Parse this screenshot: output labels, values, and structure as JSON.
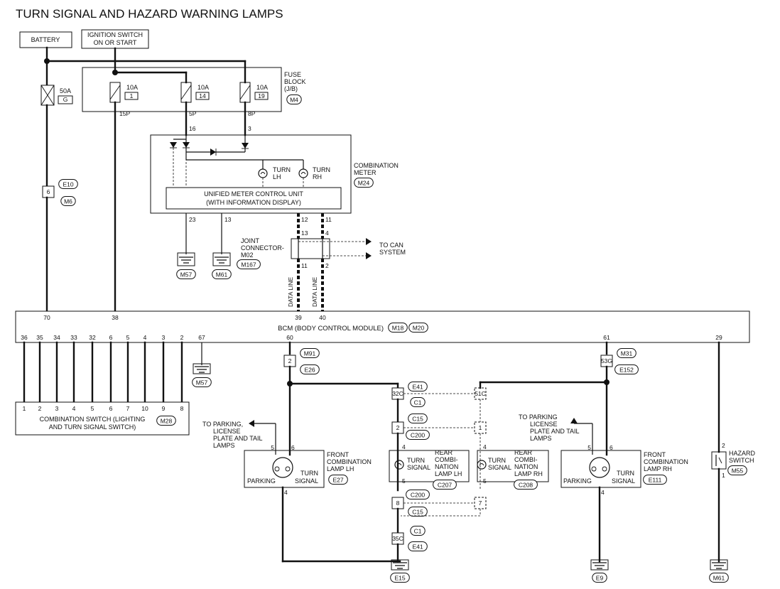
{
  "title": "TURN SIGNAL AND HAZARD WARNING LAMPS",
  "labels": {
    "battery": "BATTERY",
    "ign1": "IGNITION SWITCH",
    "ign2": "ON OR START",
    "fuse50a": "50A",
    "fuse50a_no": "G",
    "fuse1_amp": "10A",
    "fuse1_no": "1",
    "fuse2_amp": "10A",
    "fuse2_no": "14",
    "fuse3_amp": "10A",
    "fuse3_no": "19",
    "fb1": "FUSE",
    "fb2": "BLOCK",
    "fb3": "(J/B)",
    "m4": "M4",
    "p15p": "15P",
    "p5p": "5P",
    "p8p": "8P",
    "p16": "16",
    "p3": "3",
    "cm1": "COMBINATION",
    "cm2": "METER",
    "m24": "M24",
    "turn1": "TURN",
    "lh": "LH",
    "turn2": "TURN",
    "rh": "RH",
    "umcu1": "UNIFIED METER CONTROL UNIT",
    "umcu2": "(WITH INFORMATION DISPLAY)",
    "p23": "23",
    "p13a": "13",
    "p12": "12",
    "p11a": "11",
    "m57a": "M57",
    "m61a": "M61",
    "e10": "E10",
    "m6": "M6",
    "p6": "6",
    "jc1": "JOINT",
    "jc2": "CONNECTOR-",
    "jc3": "M02",
    "m167": "M167",
    "p13b": "13",
    "p4a": "4",
    "p11b": "11",
    "p2a": "2",
    "can1": "TO CAN",
    "can2": "SYSTEM",
    "dl1": "DATA LINE",
    "dl2": "DATA LINE",
    "p70": "70",
    "p38": "38",
    "p39": "39",
    "p40": "40",
    "p60": "60",
    "p61": "61",
    "p29": "29",
    "bcm": "BCM (BODY CONTROL MODULE)",
    "m18": "M18",
    "m20": "M20",
    "bcm_pins": [
      "36",
      "35",
      "34",
      "33",
      "32",
      "6",
      "5",
      "4",
      "3",
      "2",
      "67"
    ],
    "sw_pins": [
      "1",
      "2",
      "3",
      "4",
      "5",
      "6",
      "7",
      "10",
      "9",
      "8"
    ],
    "m57b": "M57",
    "cs1": "COMBINATION SWITCH (LIGHTING",
    "cs2": "AND TURN SIGNAL SWITCH)",
    "m28": "M28",
    "m91": "M91",
    "p2b": "2",
    "e26": "E26",
    "m31": "M31",
    "p53g": "53G",
    "e152": "E152",
    "e41a": "E41",
    "p32c": "32C",
    "p51c": "51C",
    "c1a": "C1",
    "c15a": "C15",
    "p2c": "2",
    "p1": "1",
    "c200a": "C200",
    "tpl1": "TO PARKING,",
    "tpl2": "LICENSE",
    "tpl3": "PLATE AND TAIL",
    "tpl4": "LAMPS",
    "p5a": "5",
    "p6a": "6",
    "fclh1": "FRONT",
    "fclh2": "COMBINATION",
    "fclh3": "LAMP LH",
    "parking1": "PARKING",
    "turn3": "TURN",
    "signal1": "SIGNAL",
    "e27": "E27",
    "p4b": "4",
    "p4c": "4",
    "p4d": "4",
    "turn4": "TURN",
    "signal2": "SIGNAL",
    "rclh1": "REAR",
    "rclh2": "COMBI-",
    "rclh3": "NATION",
    "rclh4": "LAMP LH",
    "c207": "C207",
    "turn5": "TURN",
    "signal3": "SIGNAL",
    "rcrh1": "REAR",
    "rcrh2": "COMBI-",
    "rcrh3": "NATION",
    "rcrh4": "LAMP RH",
    "c208": "C208",
    "p5b": "5",
    "p5c": "5",
    "c200b": "C200",
    "p8": "8",
    "p7": "7",
    "c15b": "C15",
    "c1b": "C1",
    "p35c": "35C",
    "e41b": "E41",
    "e15": "E15",
    "tpr1": "TO PARKING",
    "tpr2": "LICENSE",
    "tpr3": "PLATE AND TAIL",
    "tpr4": "LAMPS",
    "p5d": "5",
    "p6b": "6",
    "fcrh1": "FRONT",
    "fcrh2": "COMBINATION",
    "fcrh3": "LAMP RH",
    "parking2": "PARKING",
    "turn6": "TURN",
    "signal4": "SIGNAL",
    "e111": "E111",
    "p4e": "4",
    "e9": "E9",
    "p2d": "2",
    "hz1": "HAZARD",
    "hz2": "SWITCH",
    "m55": "M55",
    "p1b": "1",
    "m61b": "M61"
  }
}
